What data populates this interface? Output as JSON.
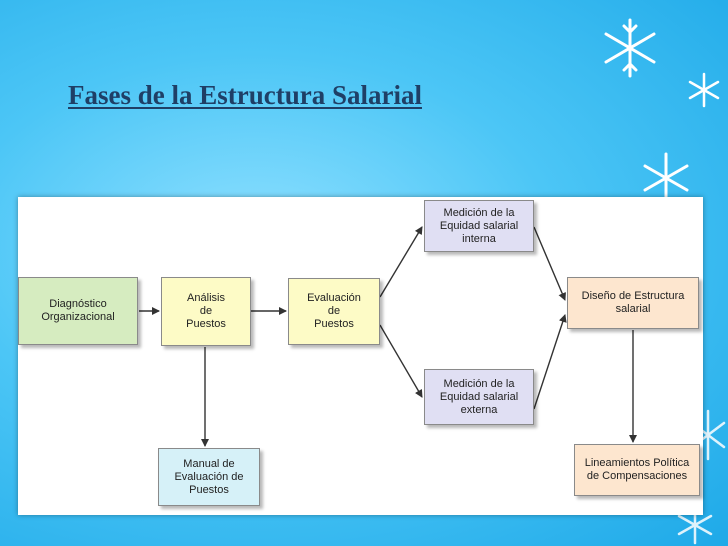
{
  "slide": {
    "title": "Fases de la Estructura Salarial"
  },
  "diagram": {
    "nodes": {
      "diagnostico": "Diagnóstico\nOrganizacional",
      "analisis": "Análisis\nde\nPuestos",
      "evaluacion": "Evaluación\nde\nPuestos",
      "equidad_interna": "Medición de la\nEquidad salarial\ninterna",
      "equidad_externa": "Medición de la\nEquidad salarial\nexterna",
      "diseno": "Diseño de Estructura\nsalarial",
      "manual": "Manual de\nEvaluación de\nPuestos",
      "lineamientos": "Lineamientos Política\nde Compensaciones"
    }
  },
  "colors": {
    "background": "#4cc6f6",
    "title": "#1f3f66",
    "arrow": "#333333"
  },
  "icons": [
    "snowflake-icon"
  ]
}
